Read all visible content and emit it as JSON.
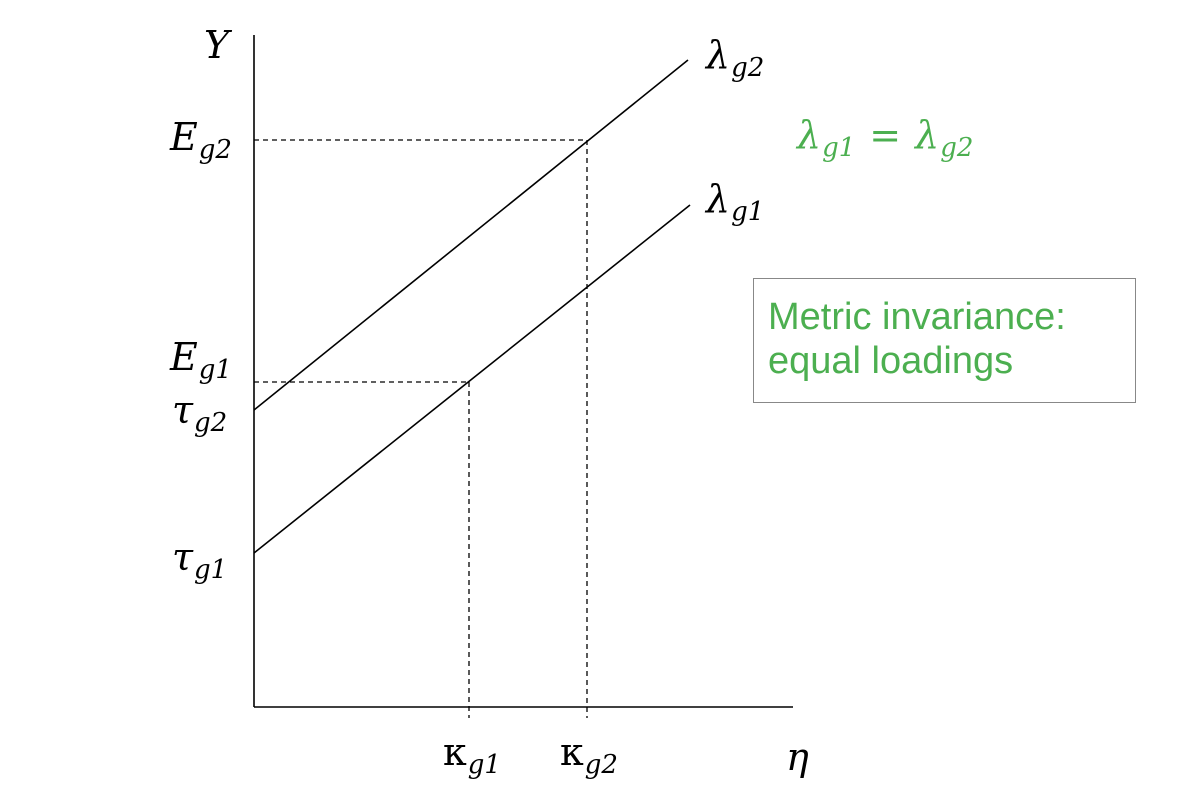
{
  "axes": {
    "y_label": {
      "base": "Y",
      "sub": ""
    },
    "x_label": {
      "base": "η",
      "sub": ""
    }
  },
  "y_ticks": [
    {
      "base": "E",
      "sub": "g2"
    },
    {
      "base": "E",
      "sub": "g1"
    },
    {
      "base": "τ",
      "sub": "g2"
    },
    {
      "base": "τ",
      "sub": "g1"
    }
  ],
  "x_ticks": [
    {
      "base": "κ",
      "sub": "g1"
    },
    {
      "base": "κ",
      "sub": "g2"
    }
  ],
  "lines": [
    {
      "base": "λ",
      "sub": "g2"
    },
    {
      "base": "λ",
      "sub": "g1"
    }
  ],
  "equation": {
    "left_base": "λ",
    "left_sub": "g1",
    "op": "=",
    "right_base": "λ",
    "right_sub": "g2"
  },
  "note": {
    "line1": "Metric invariance:",
    "line2": "equal loadings"
  },
  "colors": {
    "accent": "#4caf50",
    "ink": "#000000",
    "border": "#888888"
  }
}
